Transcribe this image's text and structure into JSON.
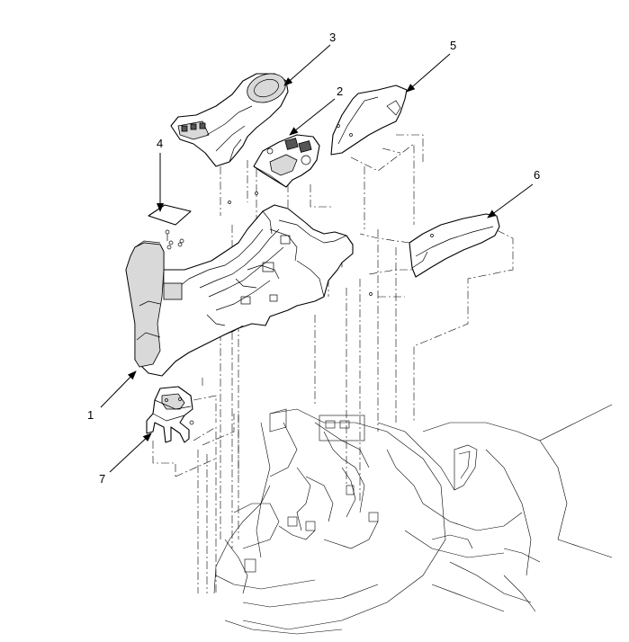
{
  "diagram": {
    "callouts": [
      {
        "id": "callout-1",
        "label": "1"
      },
      {
        "id": "callout-2",
        "label": "2"
      },
      {
        "id": "callout-3",
        "label": "3"
      },
      {
        "id": "callout-4",
        "label": "4"
      },
      {
        "id": "callout-5",
        "label": "5"
      },
      {
        "id": "callout-6",
        "label": "6"
      },
      {
        "id": "callout-7",
        "label": "7"
      }
    ],
    "colors": {
      "line": "#000000",
      "background": "#ffffff",
      "shade": "#d9d9d9"
    }
  }
}
